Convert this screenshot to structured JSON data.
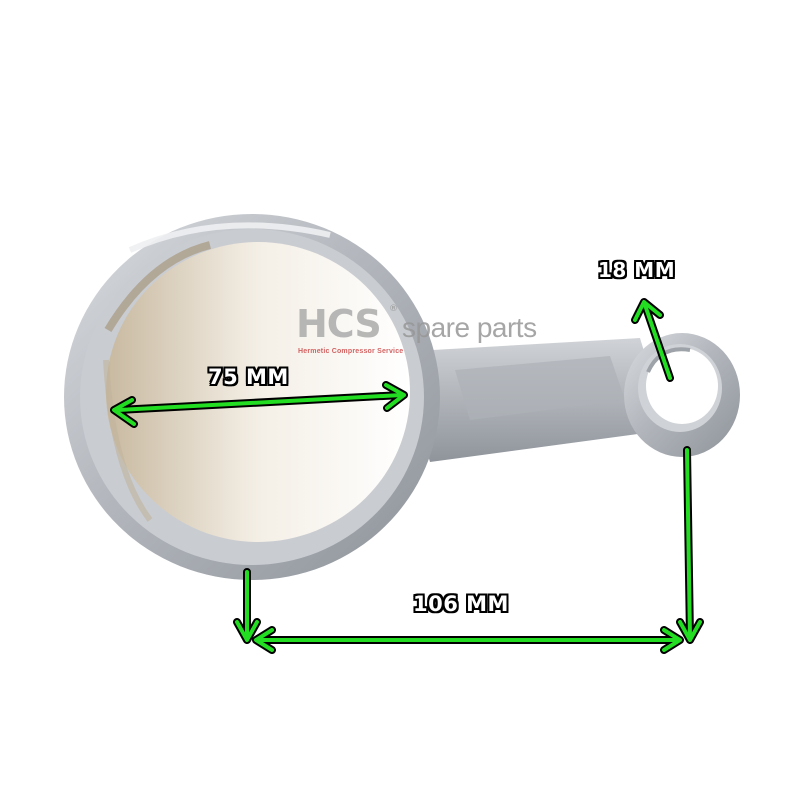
{
  "image": {
    "subject": "compressor connecting rod",
    "background_color": "#ffffff",
    "metal_color": "#b8bcc2",
    "arrow_color": "#22dd22"
  },
  "dimensions": {
    "big_end_diameter": "75 MM",
    "center_distance": "106 MM",
    "small_end_diameter": "18 MM"
  },
  "watermark": {
    "brand": "HCS",
    "registered_mark": "®",
    "tagline": "spare parts",
    "subtitle": "Hermetic Compressor Service"
  }
}
